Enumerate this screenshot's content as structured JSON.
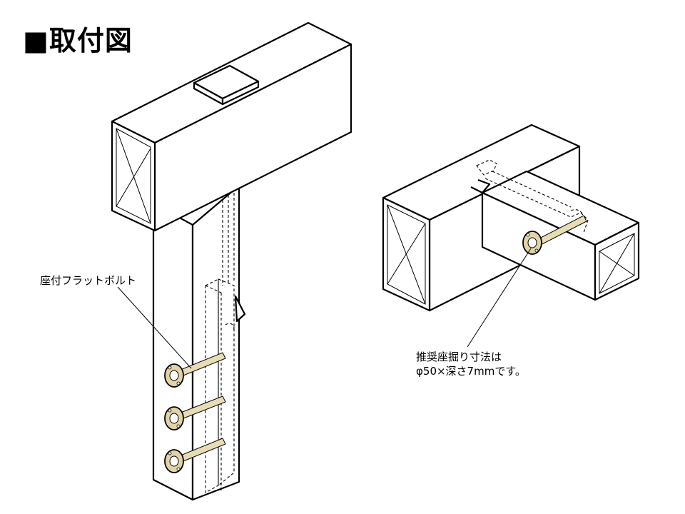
{
  "title": "■取付図",
  "labels": {
    "bolt": "座付フラットボルト",
    "note_line1": "推奨座掘り寸法は",
    "note_line2": "φ50×深さ7mmです。"
  },
  "colors": {
    "line": "#000000",
    "washer": "#e2d3a6",
    "bolt_shank": "#e8dcb5"
  }
}
